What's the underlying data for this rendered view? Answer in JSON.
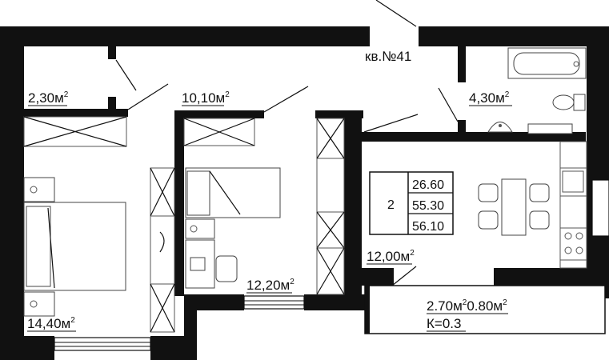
{
  "apartment": {
    "label": "кв.№41",
    "rooms_count": "2",
    "stats": [
      "26.60",
      "55.30",
      "56.10"
    ]
  },
  "rooms": {
    "hall": {
      "area": "2,30м",
      "sup": "2"
    },
    "corridor": {
      "area": "10,10м",
      "sup": "2"
    },
    "bathroom": {
      "area": "4,30м",
      "sup": "2"
    },
    "kitchen": {
      "area": "12,00м",
      "sup": "2"
    },
    "bedroom_small": {
      "area": "12,20м",
      "sup": "2"
    },
    "bedroom_large": {
      "area": "14,40м",
      "sup": "2"
    }
  },
  "balcony": {
    "area1": "2.70м",
    "sup1": "2",
    "area2": "0.80м",
    "sup2": "2",
    "coef": "К=0.3"
  },
  "icons": [
    "door-swing-icon",
    "bathtub-icon",
    "toilet-icon",
    "sink-icon",
    "stove-icon",
    "bed-icon",
    "table-icon"
  ],
  "colors": {
    "wall": "#111111",
    "background": "#ffffff"
  }
}
